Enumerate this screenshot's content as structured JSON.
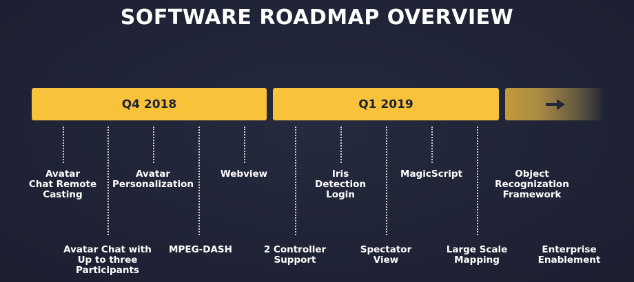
{
  "title": "SOFTWARE ROADMAP OVERVIEW",
  "quarters": [
    {
      "label": "Q4 2018"
    },
    {
      "label": "Q1 2019"
    }
  ],
  "next_icon": "arrow-right-icon",
  "milestones": [
    {
      "label": "Avatar\nChat Remote\nCasting"
    },
    {
      "label": "Avatar Chat with\nUp to three\nParticipants"
    },
    {
      "label": "Avatar\nPersonalization"
    },
    {
      "label": "MPEG-DASH"
    },
    {
      "label": "Webview"
    },
    {
      "label": "2 Controller\nSupport"
    },
    {
      "label": "Iris\nDetection\nLogin"
    },
    {
      "label": "Spectator\nView"
    },
    {
      "label": "MagicScript"
    },
    {
      "label": "Large Scale\nMapping"
    },
    {
      "label": "Object\nRecognization\nFramework"
    },
    {
      "label": "Enterprise\nEnablement"
    }
  ],
  "colors": {
    "background": "#212538",
    "bar": "#f8c23a",
    "bar_text": "#1f2233",
    "text": "#ffffff"
  }
}
